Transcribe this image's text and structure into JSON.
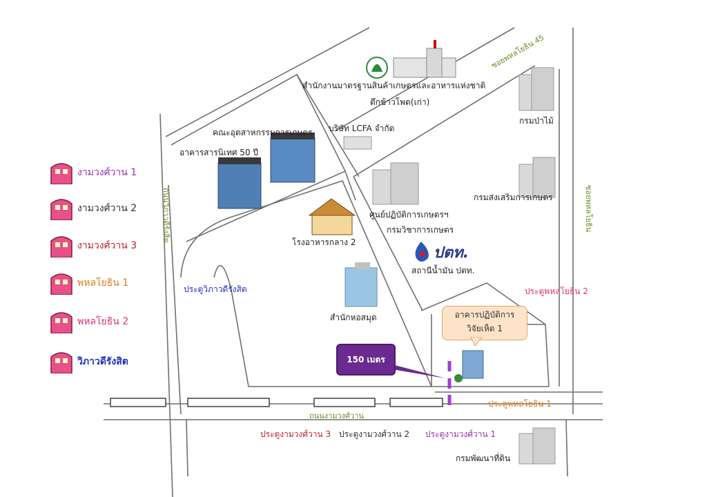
{
  "colors": {
    "road_line": "#6f6f6f",
    "road_label": "#6b8e23",
    "door_fill": "#e8508a",
    "callout_bg": "#fde3c8",
    "distance_bg": "#6a2a8f",
    "dash_marker": "#a040d0"
  },
  "legend": [
    {
      "label": "งามวงศ์วาน 1",
      "color": "#9b2fb0"
    },
    {
      "label": "งามวงศ์วาน 2",
      "color": "#333333"
    },
    {
      "label": "งามวงศ์วาน 3",
      "color": "#c0202a"
    },
    {
      "label": "พหลโยธิน 1",
      "color": "#e07b1a"
    },
    {
      "label": "พหลโยธิน 2",
      "color": "#e0307a"
    },
    {
      "label": "วิภาวดีรังสิต",
      "color": "#2030c0"
    }
  ],
  "roads": {
    "soi_phahon_45": "ซอยพหลโยธิน 45",
    "soi_phahon_right": "ซอยพหลโยธิน",
    "vibhavadi": "ถนนวิภาวดีรังสิต",
    "ngamwongwan": "ถนนงามวงศ์วาน"
  },
  "buildings": {
    "acfs": "สำนักงานมาตรฐานสินค้าเกษตรและอาหารแห่งชาติ",
    "old_building": "ตึกข้าวโพด(เก่า)",
    "forestry": "กรมป่าไม้",
    "lcfa": "บริษัท LCFA จำกัด",
    "agro_industry": "คณะอุตสาหกรรมการเกษตร",
    "building_50": "อาคารสารนิเทศ 50 ปี",
    "extension": "กรมส่งเสริมการเกษตร",
    "research_center": "ศูนย์ปฏิบัติการเกษตรฯ",
    "agri_dept": "กรมวิชาการเกษตร",
    "cafeteria": "โรงอาหารกลาง 2",
    "ptt_logo": "ปตท.",
    "ptt_station": "สถานีน้ำมัน ปตท.",
    "library": "สำนักหอสมุด",
    "land_dev": "กรมพัฒนาที่ดิน"
  },
  "gates": {
    "vibhavadi_gate": "ประตูวิภาวดีรังสิต",
    "phahon_gate_2": "ประตูพหลโยธิน 2",
    "phahon_gate_1": "ประตูพหลโยธิน 1",
    "ngam_gate_3": "ประตูงามวงศ์วาน 3",
    "ngam_gate_2": "ประตูงามวงศ์วาน 2",
    "ngam_gate_1": "ประตูงามวงศ์วาน 1"
  },
  "callout": {
    "line1": "อาคารปฏิบัติการ",
    "line2": "วิจัยเห็ด 1"
  },
  "distance": "150 เมตร"
}
